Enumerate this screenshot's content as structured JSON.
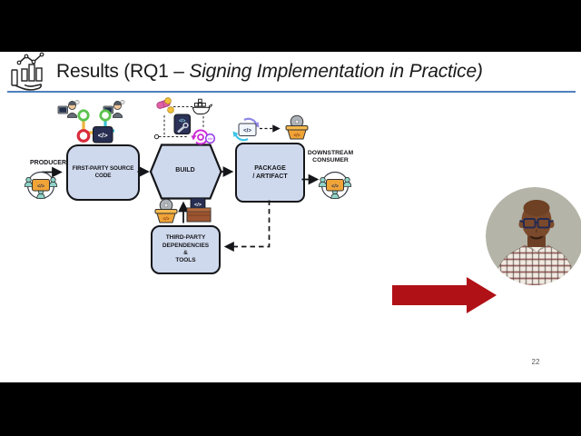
{
  "title": {
    "prefix": "Results (RQ1 – ",
    "italic": "Signing Implementation in Practice)"
  },
  "page_number": "22",
  "diagram": {
    "producer_label": "PRODUCER",
    "first_party_box": "FIRST-PARTY SOURCE\nCODE",
    "build_box": "BUILD",
    "package_box": "PACKAGE\n/ ARTIFACT",
    "downstream_label": "DOWNSTREAM\nCONSUMER",
    "third_party_box": "THIRD-PARTY\nDEPENDENCIES\n&\nTOOLS",
    "code_glyph": "</>"
  },
  "colors": {
    "title_underline": "#4f81bd",
    "box_fill": "#cfd9ed",
    "box_border": "#15161a",
    "red_arrow": "#b01116",
    "letterbox": "#000000",
    "slide_background": "#ffffff",
    "teal_person": "#8fd4c8",
    "orange_package": "#f0a437",
    "navy_badge": "#272e52"
  }
}
